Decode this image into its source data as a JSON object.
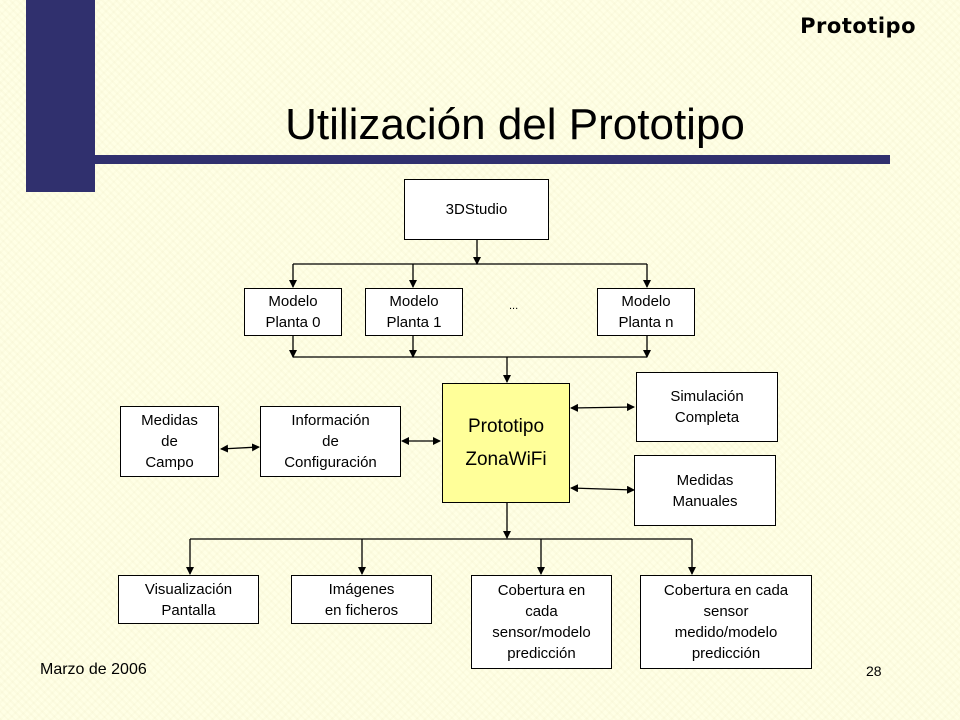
{
  "header": {
    "section_label": "Prototipo",
    "title": "Utilización del Prototipo"
  },
  "diagram": {
    "nodes": {
      "studio": "3DStudio",
      "modelo_planta_0": "Modelo\nPlanta 0",
      "modelo_planta_1": "Modelo\nPlanta 1",
      "modelo_planta_n": "Modelo\nPlanta n",
      "ellipsis": "...",
      "prototipo": "Prototipo\nZonaWiFi",
      "simulacion": "Simulación\nCompleta",
      "medidas_manuales": "Medidas\nManuales",
      "medidas_campo": "Medidas\nde\nCampo",
      "informacion_config": "Información\nde\nConfiguración",
      "visualizacion": "Visualización\nPantalla",
      "imagenes": "Imágenes\nen ficheros",
      "cobertura_prediccion": "Cobertura en\ncada\nsensor/modelo\npredicción",
      "cobertura_medido": "Cobertura en cada\nsensor\nmedido/modelo\npredicción"
    },
    "edges": [
      {
        "from": "studio",
        "to": "modelo_planta_0",
        "direction": "forward"
      },
      {
        "from": "studio",
        "to": "modelo_planta_1",
        "direction": "forward"
      },
      {
        "from": "studio",
        "to": "modelo_planta_n",
        "direction": "forward"
      },
      {
        "from": "modelo_planta_0",
        "to": "prototipo",
        "direction": "forward"
      },
      {
        "from": "modelo_planta_1",
        "to": "prototipo",
        "direction": "forward"
      },
      {
        "from": "modelo_planta_n",
        "to": "prototipo",
        "direction": "forward"
      },
      {
        "from": "prototipo",
        "to": "simulacion",
        "direction": "both"
      },
      {
        "from": "prototipo",
        "to": "medidas_manuales",
        "direction": "both"
      },
      {
        "from": "medidas_campo",
        "to": "informacion_config",
        "direction": "both"
      },
      {
        "from": "informacion_config",
        "to": "prototipo",
        "direction": "both"
      },
      {
        "from": "prototipo",
        "to": "visualizacion",
        "direction": "forward"
      },
      {
        "from": "prototipo",
        "to": "imagenes",
        "direction": "forward"
      },
      {
        "from": "prototipo",
        "to": "cobertura_prediccion",
        "direction": "forward"
      },
      {
        "from": "prototipo",
        "to": "cobertura_medido",
        "direction": "forward"
      }
    ]
  },
  "footer": {
    "date": "Marzo de 2006",
    "page_number": "28"
  },
  "colors": {
    "background": "#ffffe5",
    "accent": "#30306e",
    "highlight_node": "#ffff99"
  }
}
